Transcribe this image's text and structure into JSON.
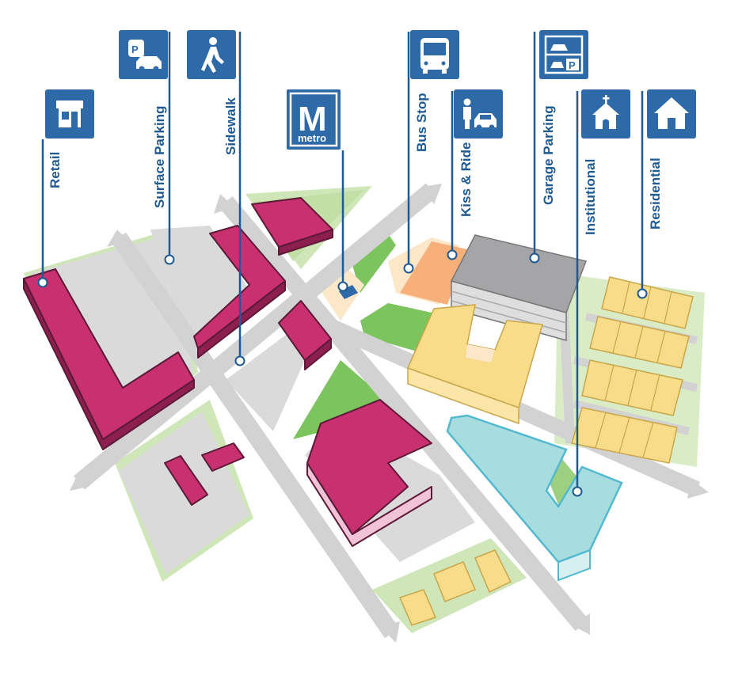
{
  "labels": {
    "retail": "Retail",
    "surface_parking": "Surface Parking",
    "sidewalk": "Sidewalk",
    "metro_m": "M",
    "metro_word": "metro",
    "bus_stop": "Bus Stop",
    "kiss_ride": "Kiss & Ride",
    "garage_parking": "Garage Parking",
    "institutional": "Institutional",
    "residential": "Residential",
    "parking_p": "P"
  },
  "icons": {
    "retail": "storefront-icon",
    "surface_parking": "parking-car-icon",
    "sidewalk": "pedestrian-icon",
    "metro": "metro-logo-icon",
    "bus_stop": "bus-icon",
    "kiss_ride": "person-car-icon",
    "garage_parking": "parking-garage-icon",
    "institutional": "church-icon",
    "residential": "house-icon"
  },
  "colors": {
    "icon_blue": "#2f6aa8",
    "label_blue": "#1f5a91",
    "retail": "#c8306f",
    "residential": "#f8dc8a",
    "institutional": "#a8dde0",
    "garage": "#a5a5a8",
    "kiss_ride": "#f7b07a",
    "green": "#8ec96a",
    "road": "#cfcfcf"
  }
}
